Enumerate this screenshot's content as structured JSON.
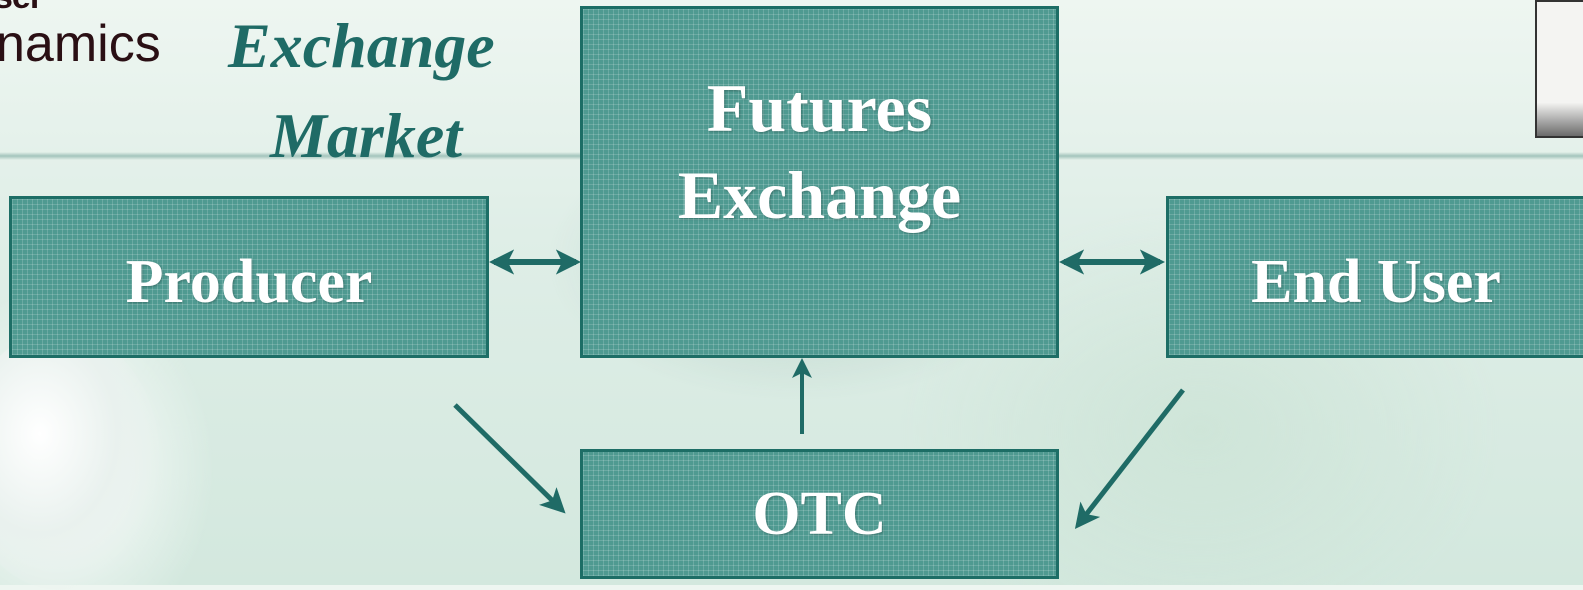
{
  "slide": {
    "title_fragment": "ser",
    "subtitle_fragment": "namics",
    "heading_line1": "Exchange",
    "heading_line2": "Market"
  },
  "diagram": {
    "nodes": {
      "futures_exchange": "Futures\nExchange",
      "producer": "Producer",
      "end_user": "End User",
      "otc": "OTC"
    },
    "edges": [
      {
        "from": "producer",
        "to": "futures_exchange",
        "direction": "both"
      },
      {
        "from": "end_user",
        "to": "futures_exchange",
        "direction": "both"
      },
      {
        "from": "producer",
        "to": "otc",
        "direction": "forward"
      },
      {
        "from": "end_user",
        "to": "otc",
        "direction": "forward"
      },
      {
        "from": "otc",
        "to": "futures_exchange",
        "direction": "forward"
      }
    ]
  },
  "colors": {
    "accent": "#1f6b66",
    "box_fill": "#4f9a91",
    "box_border": "#1d6e66",
    "title_text": "#2a0f14"
  }
}
